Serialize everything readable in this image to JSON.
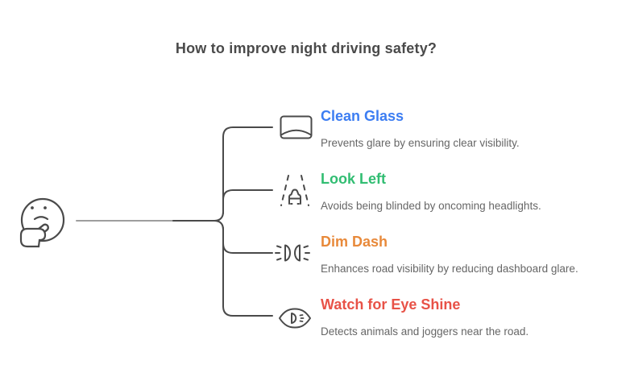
{
  "title": "How to improve night driving safety?",
  "subject_icon": "thinking-face-icon",
  "colors": {
    "title": "#4a4a4a",
    "line": "#4a4a4a",
    "line_light": "#9e9e9e",
    "icon_stroke": "#4a4a4a",
    "description": "#666666"
  },
  "items": [
    {
      "heading": "Clean Glass",
      "description": "Prevents glare by ensuring clear visibility.",
      "color": "#3c7df2",
      "icon": "windshield-icon"
    },
    {
      "heading": "Look Left",
      "description": "Avoids being blinded by oncoming headlights.",
      "color": "#31bd72",
      "icon": "road-headlights-icon"
    },
    {
      "heading": "Dim Dash",
      "description": "Enhances road visibility by reducing dashboard glare.",
      "color": "#e8893a",
      "icon": "dim-lights-icon"
    },
    {
      "heading": "Watch for Eye Shine",
      "description": "Detects animals and joggers near the road.",
      "color": "#e85247",
      "icon": "eye-shine-icon"
    }
  ]
}
